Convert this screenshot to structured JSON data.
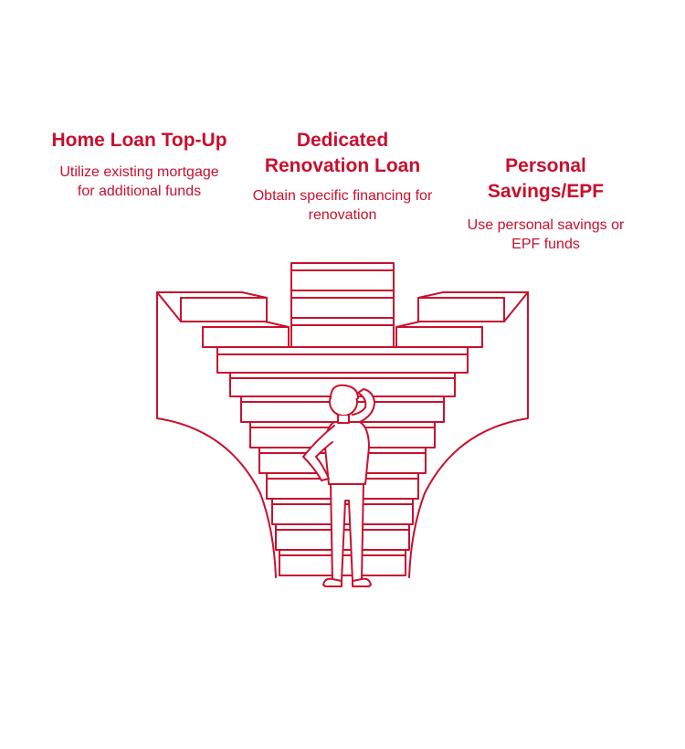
{
  "colors": {
    "accent": "#C8102E",
    "background": "#FFFFFF"
  },
  "options": [
    {
      "title": "Home Loan Top-Up",
      "description": "Utilize existing mortgage for additional funds"
    },
    {
      "title": "Dedicated Renovation Loan",
      "description": "Obtain specific financing for renovation"
    },
    {
      "title": "Personal Savings/EPF",
      "description": "Use personal savings or EPF funds"
    }
  ],
  "illustration": {
    "subject": "person-at-crossroads-stairs-icon"
  }
}
